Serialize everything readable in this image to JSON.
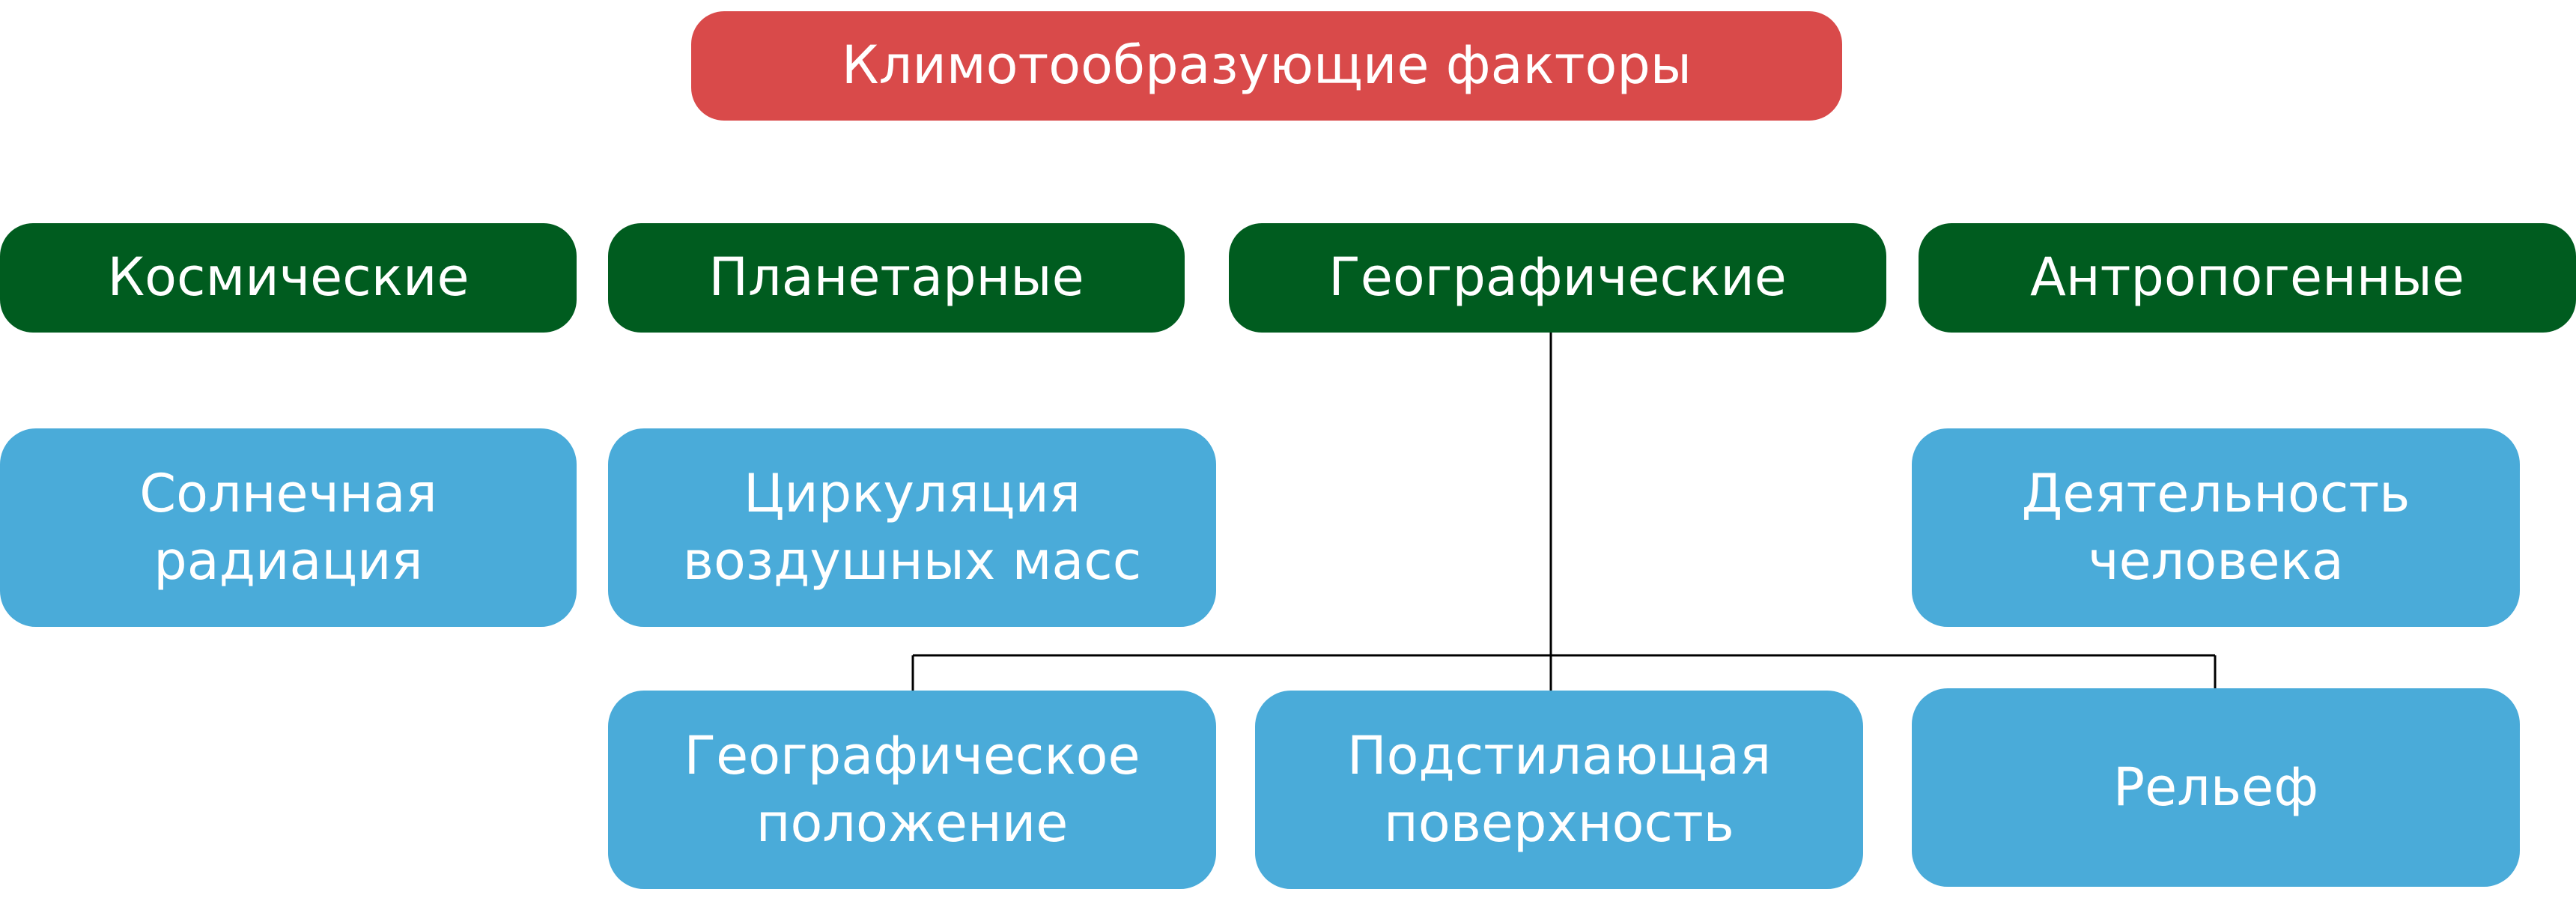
{
  "root": {
    "label": "Климотообразующие факторы"
  },
  "categories": [
    {
      "label": "Космические"
    },
    {
      "label": "Планетарные"
    },
    {
      "label": "Географические"
    },
    {
      "label": "Антропогенные"
    }
  ],
  "leaves": {
    "solar_radiation": {
      "line1": "Солнечная",
      "line2": "радиация"
    },
    "air_circulation": {
      "line1": "Циркуляция",
      "line2": "воздушных масс"
    },
    "human_activity": {
      "line1": "Деятельность",
      "line2": "человека"
    },
    "geographic_position": {
      "line1": "Географическое",
      "line2": "положение"
    },
    "underlying_surface": {
      "line1": "Подстилающая",
      "line2": "поверхность"
    },
    "relief": {
      "line1": "Рельеф"
    }
  },
  "colors": {
    "root": "#d94a4a",
    "category": "#005c1f",
    "leaf": "#4aabd9",
    "text": "#ffffff",
    "connector": "#000000"
  }
}
